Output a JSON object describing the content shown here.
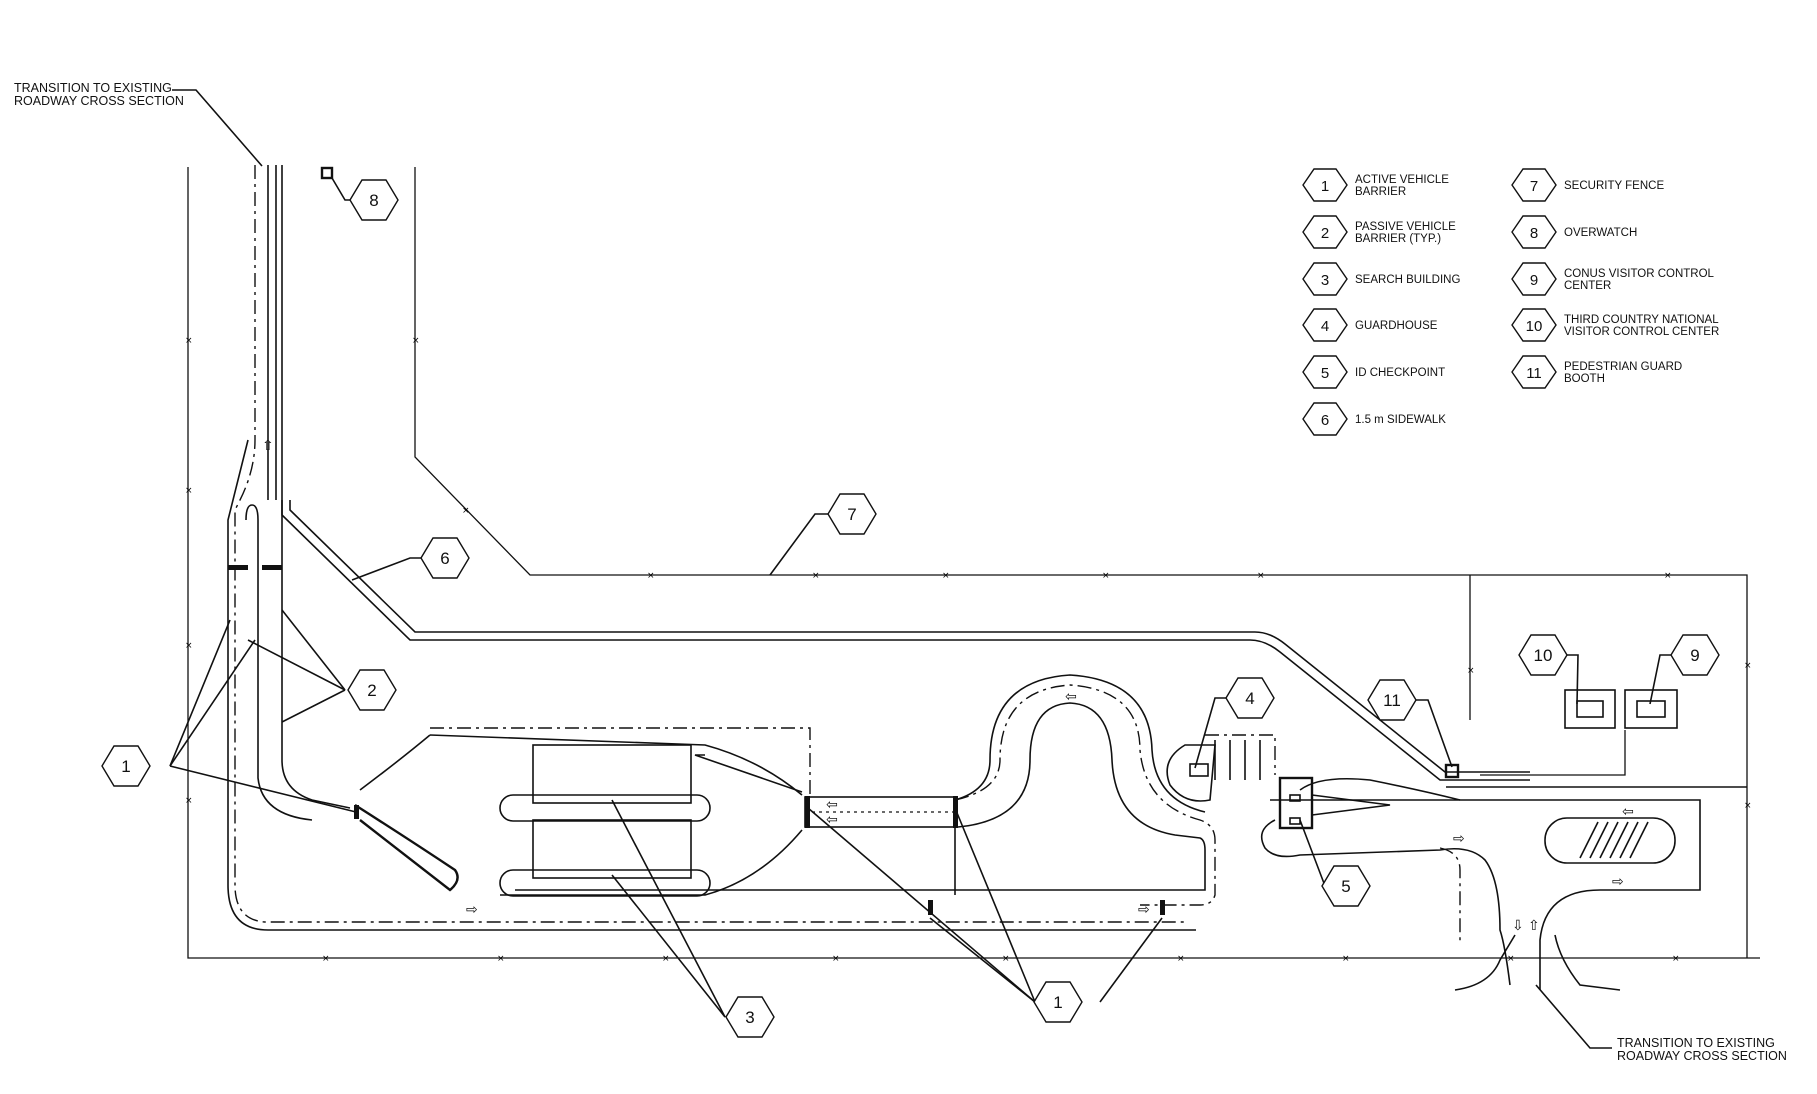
{
  "notes": {
    "top_left": [
      "TRANSITION TO EXISTING",
      "ROADWAY CROSS SECTION"
    ],
    "bottom_right": [
      "TRANSITION TO EXISTING",
      "ROADWAY CROSS SECTION"
    ]
  },
  "legend": [
    {
      "num": "1",
      "lines": [
        "ACTIVE VEHICLE",
        "BARRIER"
      ]
    },
    {
      "num": "2",
      "lines": [
        "PASSIVE VEHICLE",
        "BARRIER (TYP.)"
      ]
    },
    {
      "num": "3",
      "lines": [
        "SEARCH BUILDING"
      ]
    },
    {
      "num": "4",
      "lines": [
        "GUARDHOUSE"
      ]
    },
    {
      "num": "5",
      "lines": [
        "ID CHECKPOINT"
      ]
    },
    {
      "num": "6",
      "lines": [
        "1.5 m SIDEWALK"
      ]
    },
    {
      "num": "7",
      "lines": [
        "SECURITY FENCE"
      ]
    },
    {
      "num": "8",
      "lines": [
        "OVERWATCH"
      ]
    },
    {
      "num": "9",
      "lines": [
        "CONUS VISITOR CONTROL",
        "CENTER"
      ]
    },
    {
      "num": "10",
      "lines": [
        "THIRD COUNTRY NATIONAL",
        "VISITOR CONTROL CENTER"
      ]
    },
    {
      "num": "11",
      "lines": [
        "PEDESTRIAN GUARD",
        "BOOTH"
      ]
    }
  ],
  "callouts": [
    {
      "num": "8"
    },
    {
      "num": "6"
    },
    {
      "num": "7"
    },
    {
      "num": "2"
    },
    {
      "num": "1"
    },
    {
      "num": "3"
    },
    {
      "num": "1"
    },
    {
      "num": "4"
    },
    {
      "num": "11"
    },
    {
      "num": "5"
    },
    {
      "num": "10"
    },
    {
      "num": "9"
    }
  ],
  "arrow_glyphs": {
    "right": "⇨",
    "left": "⇦",
    "up": "⇧",
    "down": "⇩"
  }
}
